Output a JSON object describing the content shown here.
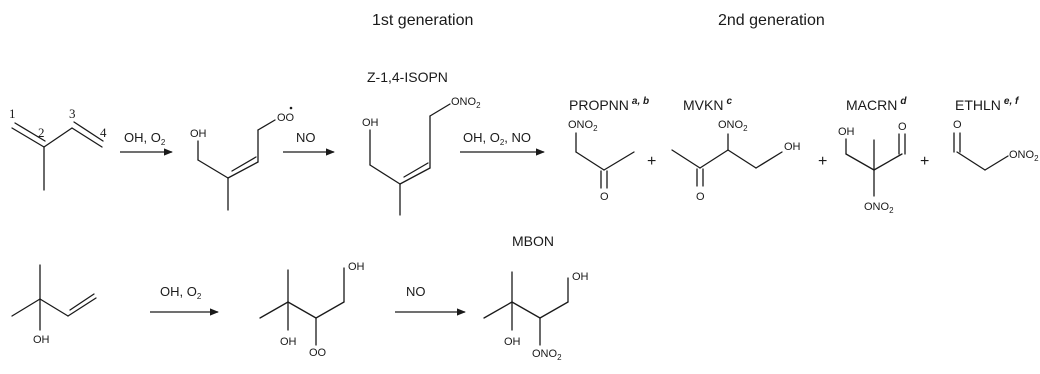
{
  "headers": {
    "first": "1st generation",
    "second": "2nd generation"
  },
  "names": {
    "z_isopn": "Z-1,4-ISOPN",
    "propnn": "PROPNN",
    "propnn_sup": "a, b",
    "mvkn": "MVKN",
    "mvkn_sup": "c",
    "macrn": "MACRN",
    "macrn_sup": "d",
    "ethln": "ETHLN",
    "ethln_sup": "e, f",
    "mbon": "MBON"
  },
  "conditions": {
    "oh_o2_label": "OH, O",
    "o2_sub": "2",
    "no_label": "NO",
    "oh_o2_no_prefix": "OH, O",
    "oh_o2_no_suffix": ", NO"
  },
  "atoms": {
    "oh": "OH",
    "oo": "OO",
    "o": "O",
    "ono2": "ONO",
    "sub2": "2",
    "plus": "+"
  },
  "carbon_numbers": [
    "1",
    "2",
    "3",
    "4"
  ]
}
